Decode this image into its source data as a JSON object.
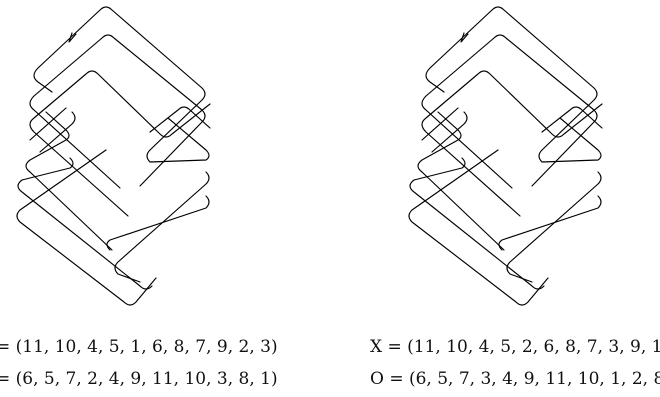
{
  "diagrams": [
    {
      "id": "left-front-diagram",
      "caption_x": "= (11, 10, 4, 5, 1, 6, 8, 7, 9, 2, 3)",
      "caption_o": "= (6, 5, 7, 2, 4, 9, 11, 10, 3, 8, 1)"
    },
    {
      "id": "right-front-diagram",
      "caption_x": "X = (11, 10, 4, 5, 2, 6, 8, 7, 3, 9, 1",
      "caption_o": "O = (6, 5, 7, 3, 4, 9, 11, 10, 1, 2, 8"
    }
  ],
  "colors": {
    "stroke": "#000000",
    "background": "#ffffff"
  }
}
